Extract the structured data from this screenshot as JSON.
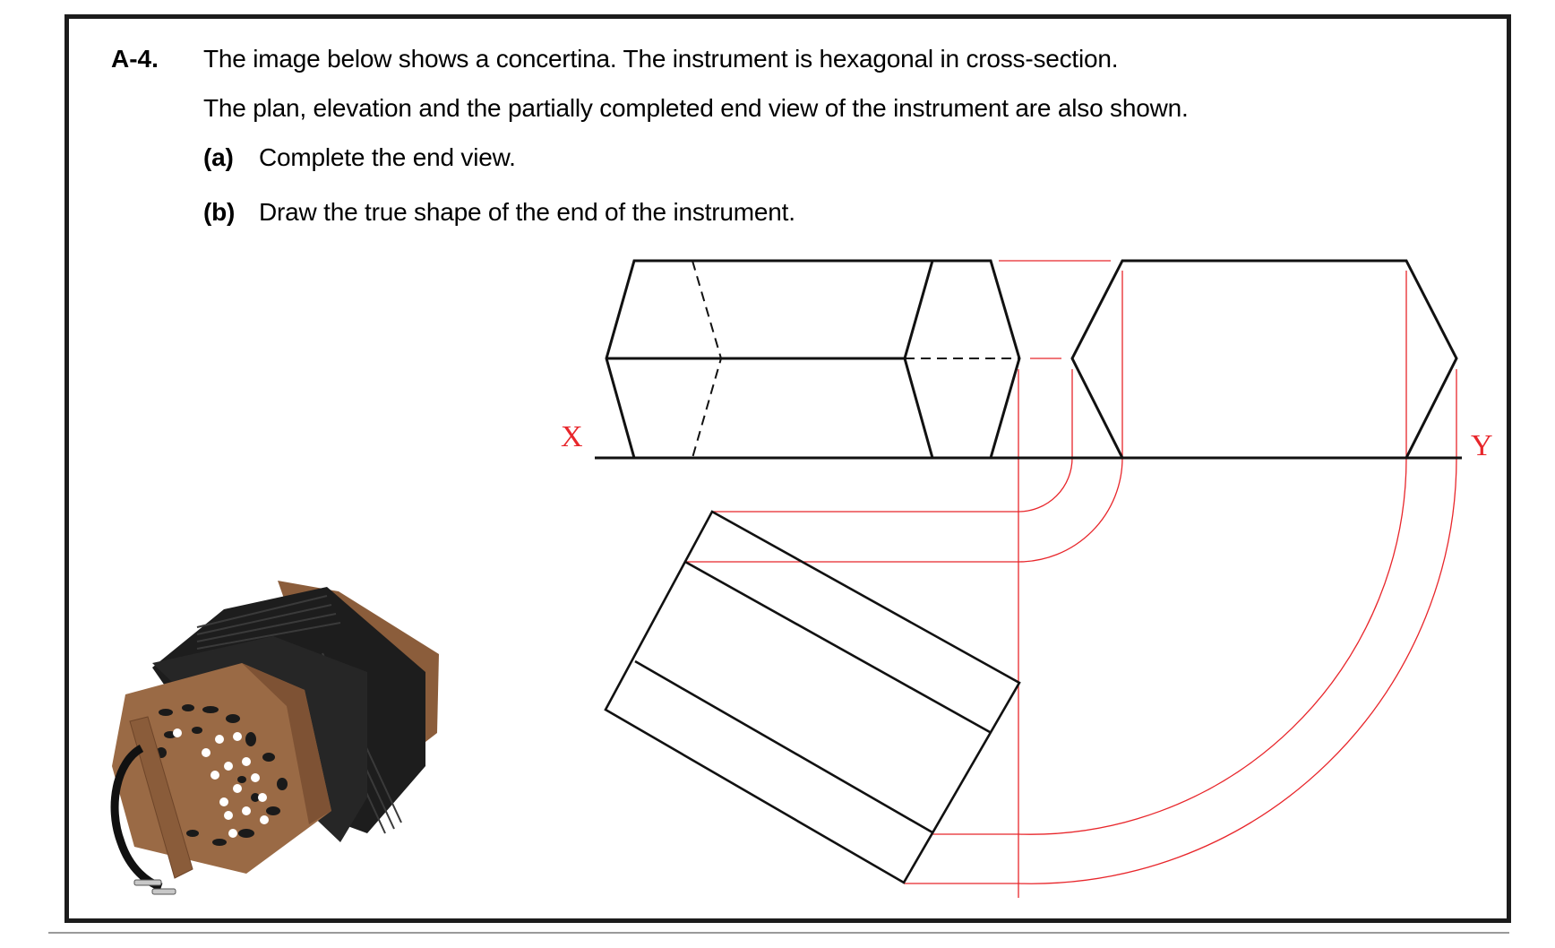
{
  "question": {
    "number": "A-4.",
    "lines": [
      "The image below shows a concertina.  The instrument is hexagonal in cross-section.",
      "The plan, elevation and the partially completed end view of the instrument are also shown."
    ],
    "parts": [
      {
        "label": "(a)",
        "text": "Complete the end view."
      },
      {
        "label": "(b)",
        "text": "Draw the true shape of the end of the instrument."
      }
    ]
  },
  "drawing": {
    "xy_labels": {
      "left": "X",
      "right": "Y"
    },
    "colors": {
      "construction": "#e8262b",
      "outline": "#111111",
      "frame": "#1c1c1c",
      "rule": "#9a9a9a"
    },
    "views": [
      "elevation",
      "end view (partial)",
      "plan (auxiliary)"
    ]
  },
  "photo": {
    "subject": "concertina",
    "colors": {
      "wood": "#8a5c3a",
      "bellows": "#1e1e1e",
      "buttons": "#ffffff"
    }
  }
}
